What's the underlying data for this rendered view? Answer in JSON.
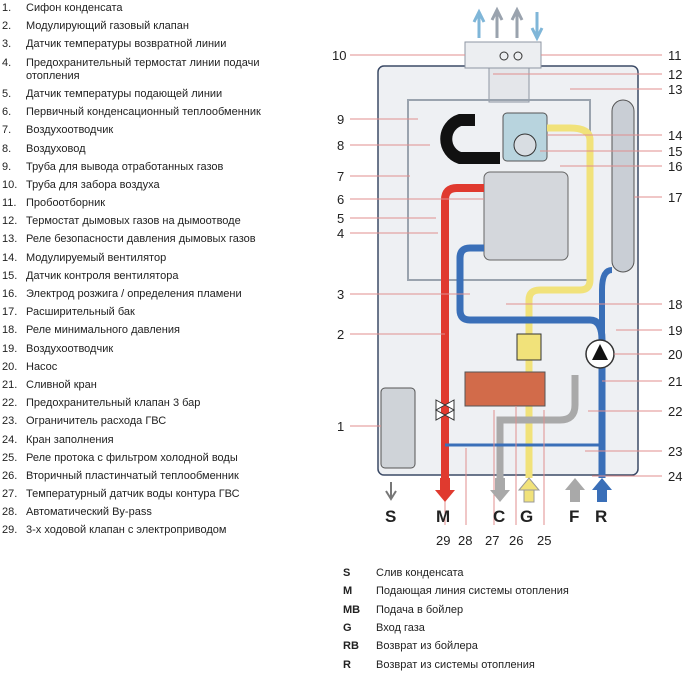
{
  "legend": [
    {
      "num": "1.",
      "text": "Сифон конденсата"
    },
    {
      "num": "2.",
      "text": "Модулирующий газовый клапан"
    },
    {
      "num": "3.",
      "text": "Датчик температуры возвратной линии"
    },
    {
      "num": "4.",
      "text": "Предохранительный термостат линии подачи отопления"
    },
    {
      "num": "5.",
      "text": "Датчик температуры подающей линии"
    },
    {
      "num": "6.",
      "text": "Первичный конденсационный теплообменник"
    },
    {
      "num": "7.",
      "text": "Воздухоотводчик"
    },
    {
      "num": "8.",
      "text": "Воздуховод"
    },
    {
      "num": "9.",
      "text": "Труба для вывода отработанных газов"
    },
    {
      "num": "10.",
      "text": "Труба для забора воздуха"
    },
    {
      "num": "11.",
      "text": "Пробоотборник"
    },
    {
      "num": "12.",
      "text": "Термостат дымовых газов на дымоотводе"
    },
    {
      "num": "13.",
      "text": "Реле безопасности давления дымовых газов"
    },
    {
      "num": "14.",
      "text": "Модулируемый вентилятор"
    },
    {
      "num": "15.",
      "text": "Датчик контроля вентилятора"
    },
    {
      "num": "16.",
      "text": "Электрод розжига / определения пламени"
    },
    {
      "num": "17.",
      "text": "Расширительный бак"
    },
    {
      "num": "18.",
      "text": "Реле минимального давления"
    },
    {
      "num": "19.",
      "text": "Воздухоотводчик"
    },
    {
      "num": "20.",
      "text": "Насос"
    },
    {
      "num": "21.",
      "text": "Сливной кран"
    },
    {
      "num": "22.",
      "text": "Предохранительный клапан 3 бар"
    },
    {
      "num": "23.",
      "text": "Ограничитель расхода ГВС"
    },
    {
      "num": "24.",
      "text": "Кран заполнения"
    },
    {
      "num": "25.",
      "text": "Реле протока с фильтром холодной воды"
    },
    {
      "num": "26.",
      "text": "Вторичный пластинчатый теплообменник"
    },
    {
      "num": "27.",
      "text": "Температурный датчик воды контура ГВС"
    },
    {
      "num": "28.",
      "text": "Автоматический By-pass"
    },
    {
      "num": "29.",
      "text": "3-х ходовой клапан с электроприводом"
    }
  ],
  "callouts_left": [
    "10",
    "9",
    "8",
    "7",
    "6",
    "5",
    "4",
    "3",
    "2",
    "1"
  ],
  "callouts_right": [
    "11",
    "12",
    "13",
    "14",
    "15",
    "16",
    "17",
    "18",
    "19",
    "20",
    "21",
    "22",
    "23",
    "24"
  ],
  "callouts_bottom": [
    "29",
    "28",
    "27",
    "26",
    "25"
  ],
  "ports": [
    "S",
    "M",
    "C",
    "G",
    "F",
    "R"
  ],
  "abbreviations": [
    {
      "key": "S",
      "text": "Слив конденсата"
    },
    {
      "key": "M",
      "text": "Подающая линия системы отопления"
    },
    {
      "key": "MB",
      "text": "Подача в бойлер"
    },
    {
      "key": "G",
      "text": "Вход газа"
    },
    {
      "key": "RB",
      "text": "Возврат из бойлера"
    },
    {
      "key": "R",
      "text": "Возврат из системы отопления"
    }
  ],
  "colors": {
    "supply": "#e03a2f",
    "return": "#3a6fb8",
    "gas": "#f1e27a",
    "dhw": "#a9a9a9",
    "casing": "#eef0f3",
    "casing_stroke": "#3b4a66"
  }
}
